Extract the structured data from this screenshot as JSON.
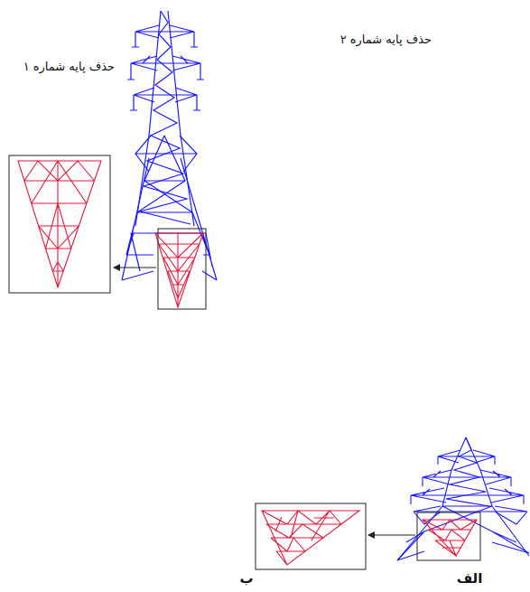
{
  "diagram": {
    "labels": [
      "حذف پایه شماره ۲",
      "حذف پایه شماره ۱",
      "ب",
      "الف"
    ]
  }
}
